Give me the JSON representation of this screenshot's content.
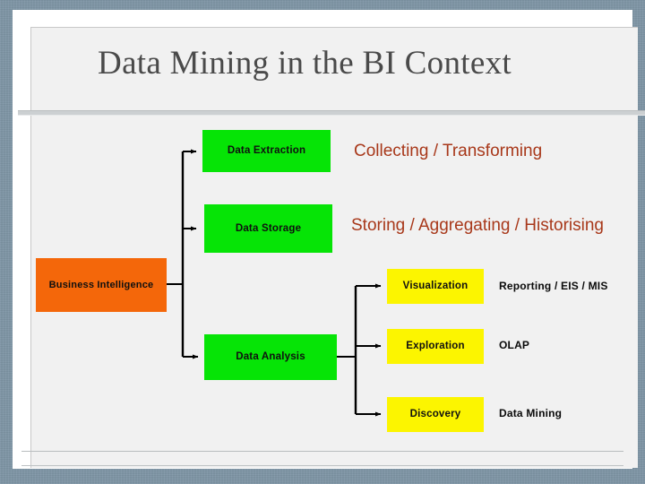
{
  "slide": {
    "title": "Data Mining in the BI Context"
  },
  "colors": {
    "backdrop": "#7f96a6",
    "card": "#ffffff",
    "canvas": "#f1f1f1",
    "title_text": "#4a4a4a",
    "source_box": "#F4670A",
    "stage_box": "#06E406",
    "leaf_box": "#FCF500",
    "warm_label": "#a8381a",
    "dark_label": "#0a0a0a",
    "connector": "#000000"
  },
  "diagram": {
    "root": {
      "label": "Business Intelligence"
    },
    "stages": [
      {
        "box_label": "Data Extraction",
        "side_label": "Collecting / Transforming"
      },
      {
        "box_label": "Data Storage",
        "side_label": "Storing / Aggregating / Historising"
      },
      {
        "box_label": "Data Analysis",
        "side_label": ""
      }
    ],
    "outcomes": [
      {
        "box_label": "Visualization",
        "side_label": "Reporting / EIS / MIS"
      },
      {
        "box_label": "Exploration",
        "side_label": "OLAP"
      },
      {
        "box_label": "Discovery",
        "side_label": "Data Mining"
      }
    ]
  }
}
